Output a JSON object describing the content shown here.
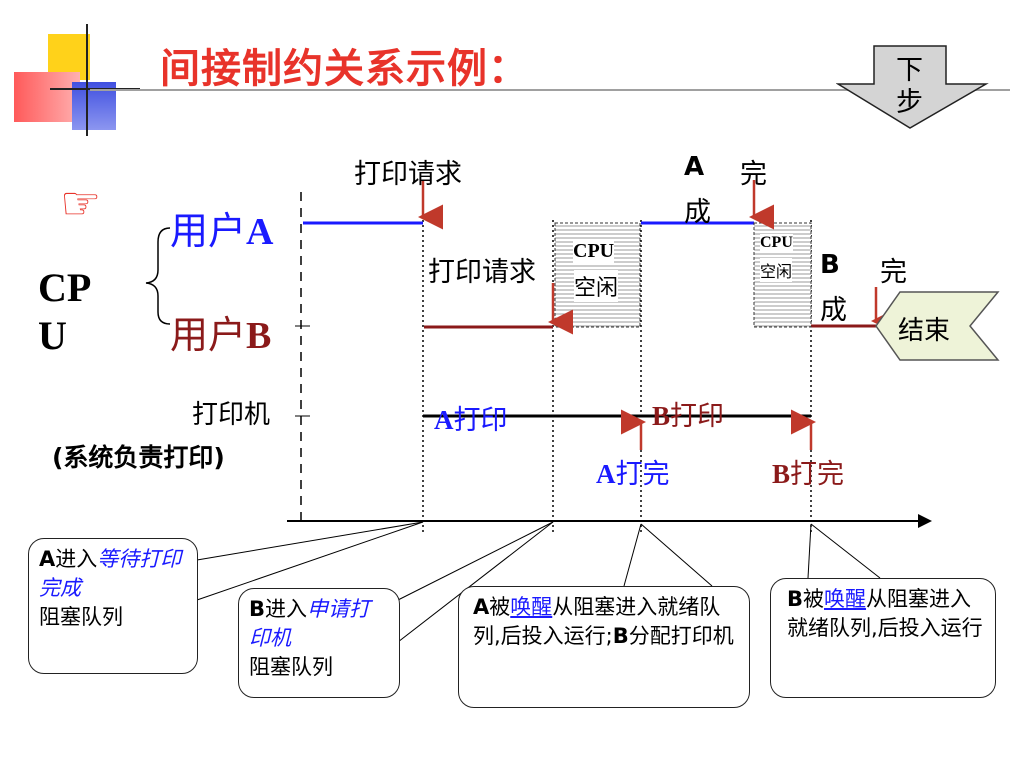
{
  "title": "间接制约关系示例：",
  "next_button": {
    "line1": "下",
    "line2": "步"
  },
  "cpu_label": {
    "line1": "CP",
    "line2": "U"
  },
  "user_a": {
    "zh": "用户",
    "letter": "A"
  },
  "user_b": {
    "zh": "用户",
    "letter": "B"
  },
  "printer_label": "打印机",
  "printer_sub": "(系统负责打印)",
  "print_request_a": "打印请求",
  "print_request_b": "打印请求",
  "a_done": {
    "letter": "A",
    "line1": "完",
    "line2": "成"
  },
  "b_done": {
    "letter": "B",
    "line1": "完",
    "line2": "成"
  },
  "cpu_idle_1": {
    "line1": "CPU",
    "line2": "空闲"
  },
  "cpu_idle_2": {
    "line1": "CPU",
    "line2": "空闲"
  },
  "end_label": "结束",
  "a_print": {
    "letter": "A",
    "text": "打印"
  },
  "b_print": {
    "letter": "B",
    "text": "打印"
  },
  "a_print_done": {
    "letter": "A",
    "text": "打完"
  },
  "b_print_done": {
    "letter": "B",
    "text": "打完"
  },
  "callouts": [
    {
      "pre_letter": "A",
      "pre": "进入",
      "em": "等待打印完成",
      "post": "阻塞队列"
    },
    {
      "pre_letter": "B",
      "pre": "进入",
      "em": "申请打印机",
      "post": "阻塞队列"
    },
    {
      "pre_letter": "A",
      "pre": "被",
      "link": "唤醒",
      "post": "从阻塞进入就绪队列,后投入运行;",
      "post_letter": "B",
      "post2": "分配打印机"
    },
    {
      "pre_letter": "B",
      "pre": "被",
      "link": "唤醒",
      "post": "从阻塞进入就绪队列,后投入运行"
    }
  ],
  "colors": {
    "title": "#e8332a",
    "user_a": "#1a1aff",
    "user_b": "#8b1a1a",
    "arrow": "#c0392b"
  }
}
